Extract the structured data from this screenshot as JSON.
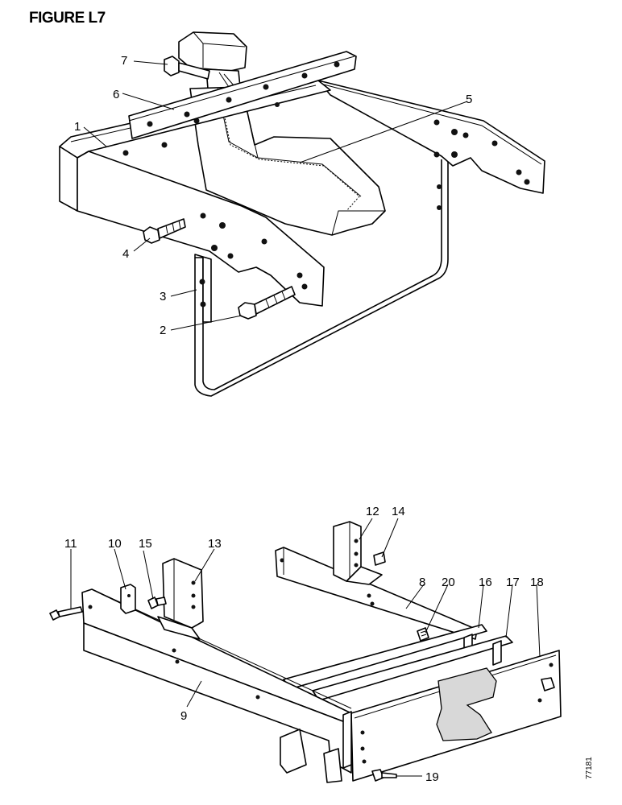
{
  "figure": {
    "title": "FIGURE L7",
    "code": "77181"
  },
  "callouts": {
    "upper": [
      "1",
      "2",
      "3",
      "4",
      "5",
      "6",
      "7"
    ],
    "lower": [
      "8",
      "9",
      "10",
      "11",
      "12",
      "13",
      "14",
      "15",
      "16",
      "17",
      "18",
      "19",
      "20"
    ]
  }
}
